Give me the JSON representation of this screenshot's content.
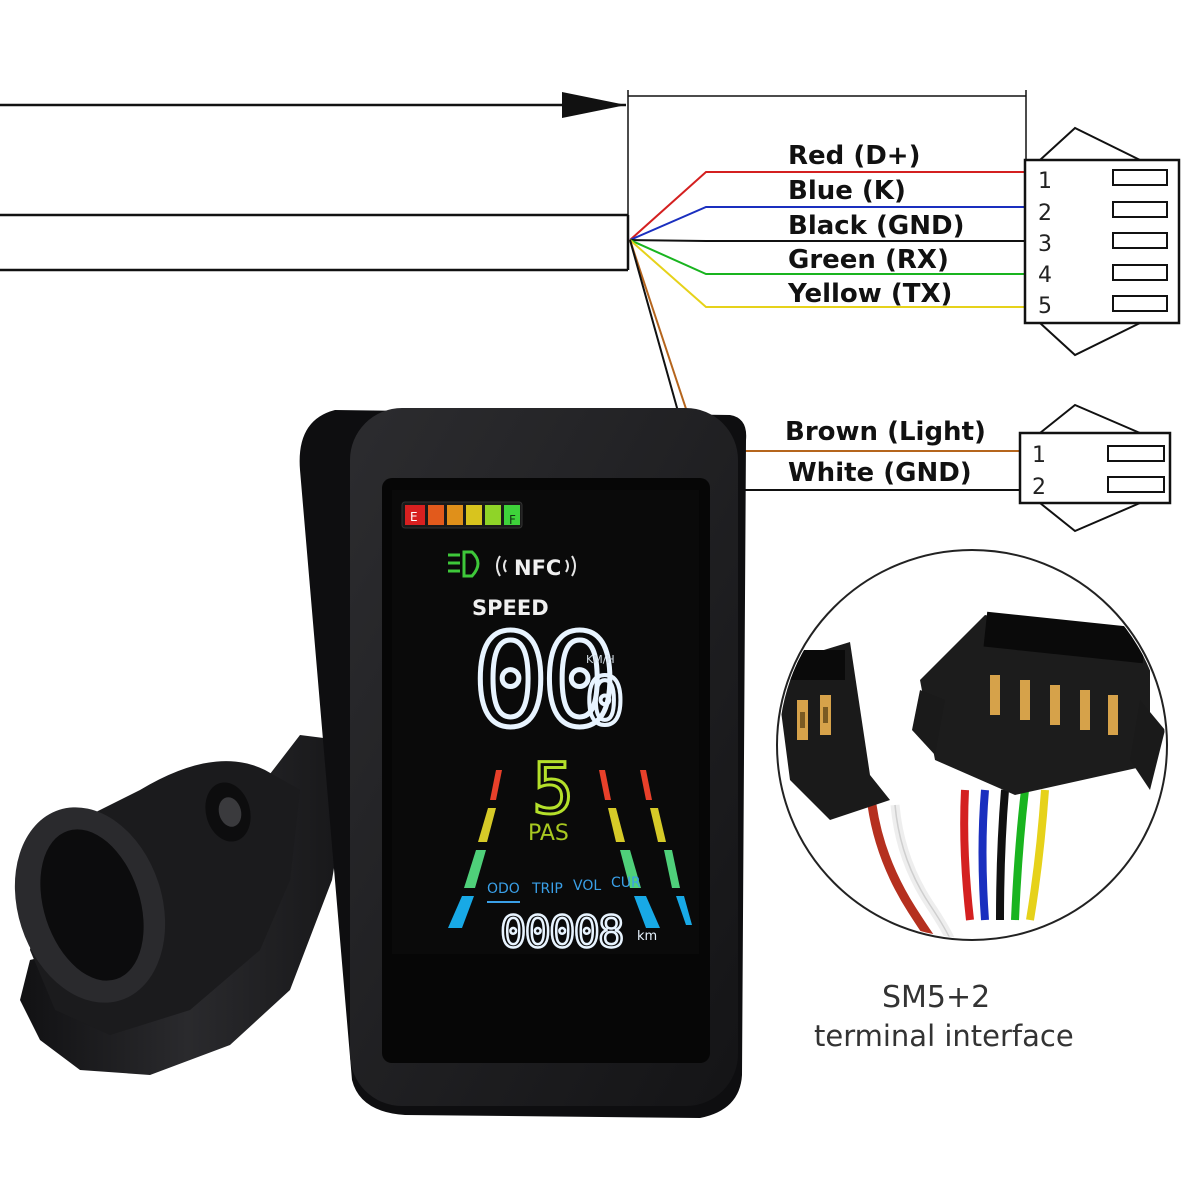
{
  "wiring": {
    "connector_5pin": [
      {
        "pin": "1",
        "label": "Red (D+)",
        "color": "#d42020"
      },
      {
        "pin": "2",
        "label": "Blue (K)",
        "color": "#1a2fbf"
      },
      {
        "pin": "3",
        "label": "Black (GND)",
        "color": "#111111"
      },
      {
        "pin": "4",
        "label": "Green (RX)",
        "color": "#19b41f"
      },
      {
        "pin": "5",
        "label": "Yellow (TX)",
        "color": "#e6d21a"
      }
    ],
    "connector_2pin": [
      {
        "pin": "1",
        "label": "Brown (Light)",
        "color": "#b5651d"
      },
      {
        "pin": "2",
        "label": "White (GND)",
        "color": "#111111"
      }
    ]
  },
  "display": {
    "battery_empty": "E",
    "battery_full": "F",
    "nfc_label": "NFC",
    "speed_label": "SPEED",
    "speed_int": "00",
    "speed_dec": "0",
    "speed_unit": "KM/H",
    "pas_level": "5",
    "pas_label": "PAS",
    "tabs": [
      "ODO",
      "TRIP",
      "VOL",
      "CUR"
    ],
    "odometer": "00008",
    "odometer_unit": "km"
  },
  "caption": {
    "line1": "SM5+2",
    "line2": "terminal interface"
  },
  "colors": {
    "lcd_background": "#0a0a0a",
    "housing": "#1c1c1e",
    "lcd_digits": "#e8f4ff",
    "pas_green": "#b4e02a",
    "tab_blue": "#3aa0e8"
  },
  "icons": [
    "headlight-icon",
    "nfc-wave-icon",
    "battery-gauge-icon"
  ]
}
